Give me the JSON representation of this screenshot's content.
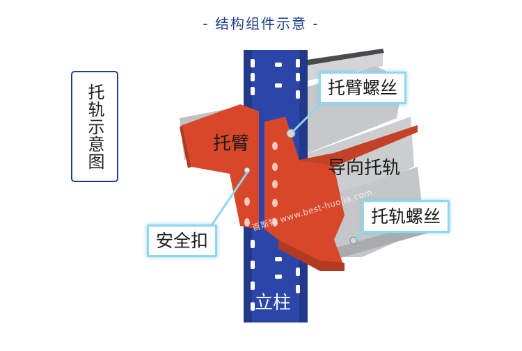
{
  "title": "- 结构组件示意 -",
  "side_label": "托轨示意图",
  "labels": {
    "arm": "托臂",
    "arm_screw": "托臂螺丝",
    "guide_rail": "导向托轨",
    "rail_screw": "托轨螺丝",
    "safety_clip": "安全扣",
    "upright": "立柱"
  },
  "watermark": "百斯特 www.best-huojia.com",
  "colors": {
    "upright": "#2b46a8",
    "arm": "#d9472b",
    "rail": "#c9cbcd",
    "callout_border": "#8fd6ee",
    "title": "#1e3f8a"
  }
}
